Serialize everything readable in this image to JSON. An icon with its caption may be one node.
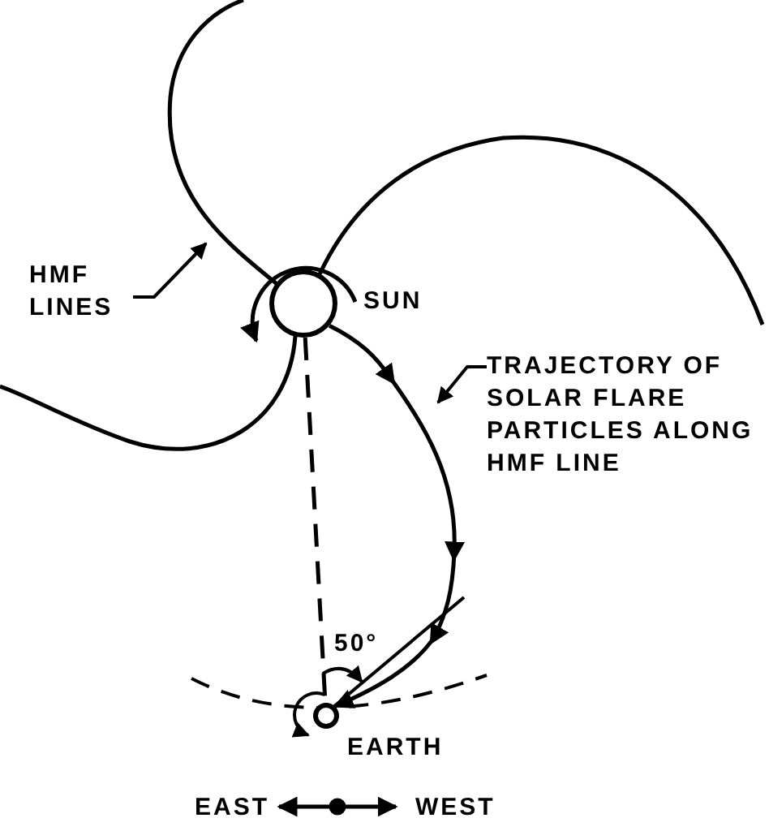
{
  "diagram": {
    "nodes": [
      {
        "text": [
          "SUN"
        ]
      },
      {
        "text": [
          "EARTH"
        ]
      },
      {
        "text": [
          "HMF LINES"
        ]
      },
      {
        "text": [
          "TRAJECTORY OF SOLAR FLARE PARTICLES ALONG HMF LINE"
        ]
      }
    ],
    "edges": [
      {
        "from": 0,
        "to": 1,
        "arrow": "to"
      },
      {
        "from": 0,
        "to": 1,
        "arrow": "none",
        "style": "dashed"
      },
      {
        "from": 2,
        "to": null,
        "arrow": "to"
      },
      {
        "from": 3,
        "to": null,
        "arrow": "to"
      }
    ],
    "labels": [
      "50°",
      "EAST",
      "WEST"
    ]
  }
}
